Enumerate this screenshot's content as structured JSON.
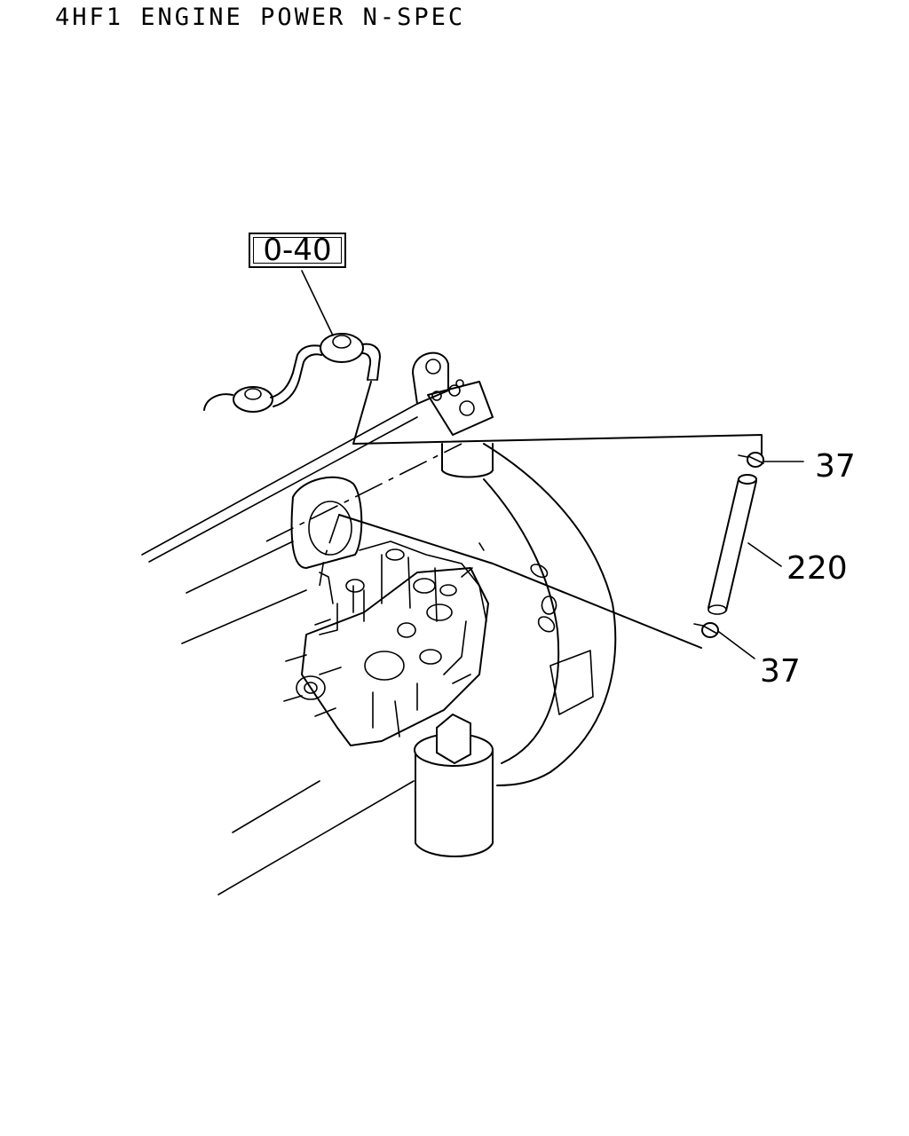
{
  "title": "4HF1 ENGINE POWER N-SPEC",
  "callouts": {
    "ref": "0-40",
    "clip_top": "37",
    "hose": "220",
    "clip_bottom": "37"
  }
}
